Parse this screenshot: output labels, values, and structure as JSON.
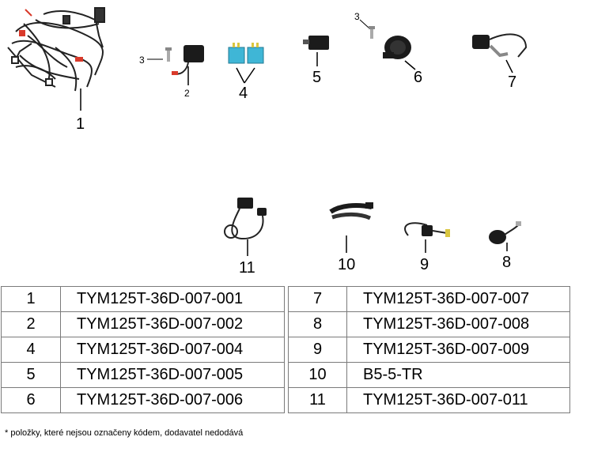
{
  "callouts": {
    "c1": "1",
    "c2": "2",
    "c3a": "3",
    "c4": "4",
    "c5": "5",
    "c3b": "3",
    "c6": "6",
    "c7": "7",
    "c11": "11",
    "c10": "10",
    "c9": "9",
    "c8": "8"
  },
  "parts_table": {
    "left": [
      {
        "num": "1",
        "code": "TYM125T-36D-007-001"
      },
      {
        "num": "2",
        "code": "TYM125T-36D-007-002"
      },
      {
        "num": "4",
        "code": "TYM125T-36D-007-004"
      },
      {
        "num": "5",
        "code": "TYM125T-36D-007-005"
      },
      {
        "num": "6",
        "code": "TYM125T-36D-007-006"
      }
    ],
    "right": [
      {
        "num": "7",
        "code": "TYM125T-36D-007-007"
      },
      {
        "num": "8",
        "code": "TYM125T-36D-007-008"
      },
      {
        "num": "9",
        "code": "TYM125T-36D-007-009"
      },
      {
        "num": "10",
        "code": "B5-5-TR"
      },
      {
        "num": "11",
        "code": "TYM125T-36D-007-011"
      }
    ]
  },
  "footnote": "* položky, které nejsou označeny kódem, dodavatel nedodává",
  "colors": {
    "relay": "#3fb6d6",
    "wire_red": "#d93a2b",
    "wire_yellow": "#d9c640",
    "part_dark": "#1b1b1b"
  }
}
